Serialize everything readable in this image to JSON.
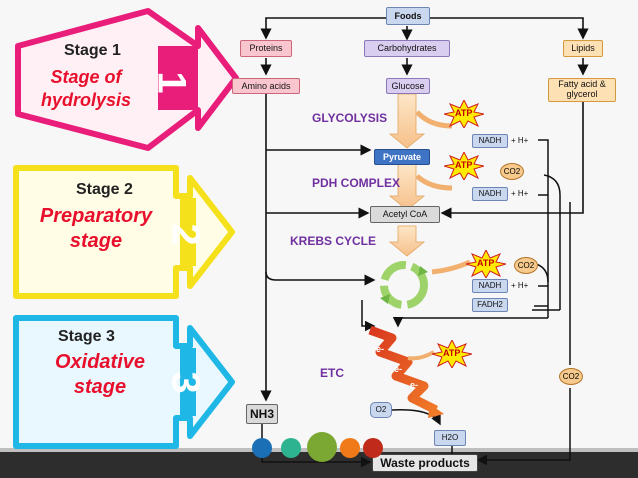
{
  "stages": [
    {
      "number": "1",
      "title": "Stage 1",
      "name": "Stage of hydrolysis",
      "color": "#e91e7a"
    },
    {
      "number": "2",
      "title": "Stage 2",
      "name": "Preparatory stage",
      "color": "#f5e11b"
    },
    {
      "number": "3",
      "title": "Stage 3",
      "name": "Oxidative stage",
      "color": "#1fb8e6"
    }
  ],
  "stage_name_lines": {
    "s1a": "Stage of",
    "s1b": "hydrolysis",
    "s2a": "Preparatory",
    "s2b": "stage",
    "s3a": "Oxidative",
    "s3b": "stage"
  },
  "nodes": {
    "foods": "Foods",
    "proteins": "Proteins",
    "carbohydrates": "Carbohydrates",
    "lipids": "Lipids",
    "amino_acids": "Amino acids",
    "glucose": "Glucose",
    "fatty_acid_line1": "Fatty acid &",
    "fatty_acid_line2": "glycerol",
    "pyruvate": "Pyruvate",
    "acetyl_coa": "Acetyl CoA",
    "nh3": "NH3",
    "o2": "O2",
    "h2o": "H2O",
    "waste": "Waste products"
  },
  "process_labels": {
    "glycolysis": "GLYCOLYSIS",
    "pdh": "PDH COMPLEX",
    "krebs": "KREBS CYCLE",
    "etc": "ETC"
  },
  "products": {
    "atp": "ATP",
    "nadh": "NADH",
    "h_plus": "+ H+",
    "fadh2": "FADH2",
    "co2": "CO2",
    "electron": "e-"
  },
  "colors": {
    "stage1": "#e91e7a",
    "stage2": "#f5e11b",
    "stage3": "#1fb8e6",
    "red_text": "#e8102c",
    "purple_text": "#7030a0",
    "pyruvate_blue": "#3f74c4",
    "bottom_bar": "#2d2d2d"
  },
  "bottom_icons": [
    "#1a6fb5",
    "#2db38f",
    "#7aa832",
    "#f07a1a",
    "#c02a1a"
  ]
}
